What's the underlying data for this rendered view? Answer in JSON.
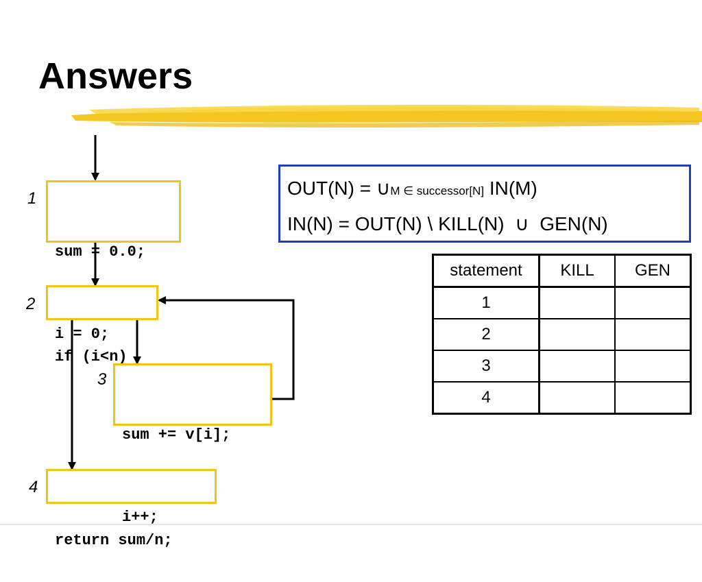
{
  "slide": {
    "title": "Answers",
    "accent_color": "#f3c316",
    "formula_border_color": "#1f3fb5"
  },
  "flowgraph": {
    "blocks": [
      {
        "number": "1",
        "lines": [
          "sum = 0.0;",
          "i = 0;"
        ]
      },
      {
        "number": "2",
        "lines": [
          "if (i<n)"
        ]
      },
      {
        "number": "3",
        "lines": [
          "sum += v[i];",
          "i++;"
        ]
      },
      {
        "number": "4",
        "lines": [
          "return sum/n;"
        ]
      }
    ]
  },
  "equations": {
    "out_lhs": "OUT(N) =",
    "union_symbol": "∪",
    "out_subscript": "M ∈ successor[N]",
    "out_rhs": "IN(M)",
    "in_lhs": "IN(N) = OUT(N) \\ KILL(N)",
    "in_union": "∪",
    "in_rhs": "GEN(N)"
  },
  "table": {
    "headers": [
      "statement",
      "KILL",
      "GEN"
    ],
    "rows": [
      [
        "1",
        "",
        ""
      ],
      [
        "2",
        "",
        ""
      ],
      [
        "3",
        "",
        ""
      ],
      [
        "4",
        "",
        ""
      ]
    ]
  }
}
